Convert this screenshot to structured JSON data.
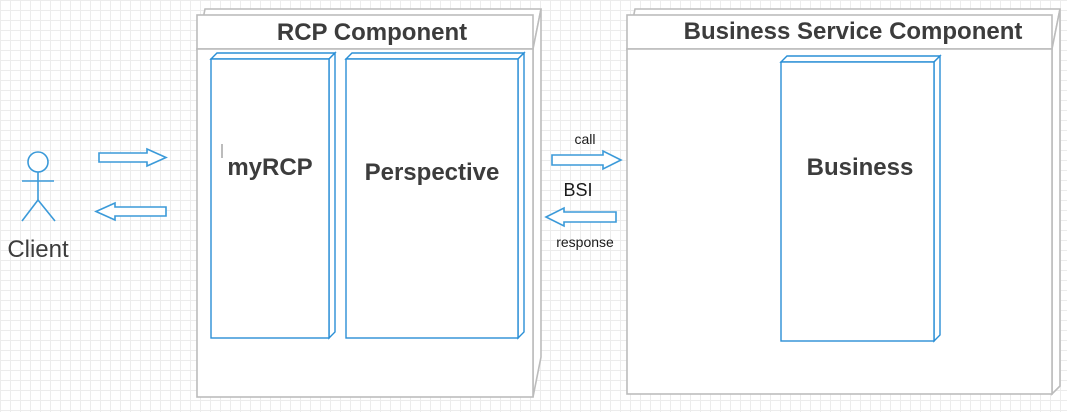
{
  "actor": {
    "label": "Client"
  },
  "rcp_component": {
    "title": "RCP Component",
    "modules": [
      {
        "label": "myRCP"
      },
      {
        "label": "Perspective"
      }
    ]
  },
  "business_service_component": {
    "title": "Business Service Component",
    "modules": [
      {
        "label": "Business"
      }
    ]
  },
  "interface": {
    "label": "BSI",
    "call_label": "call",
    "response_label": "response"
  },
  "colors": {
    "arrow": "#3b9ad9",
    "module_border": "#2a8fd6",
    "container_border": "#bcbcbc",
    "title_text": "#3c3c3c",
    "body_text": "#3c3c3c"
  }
}
